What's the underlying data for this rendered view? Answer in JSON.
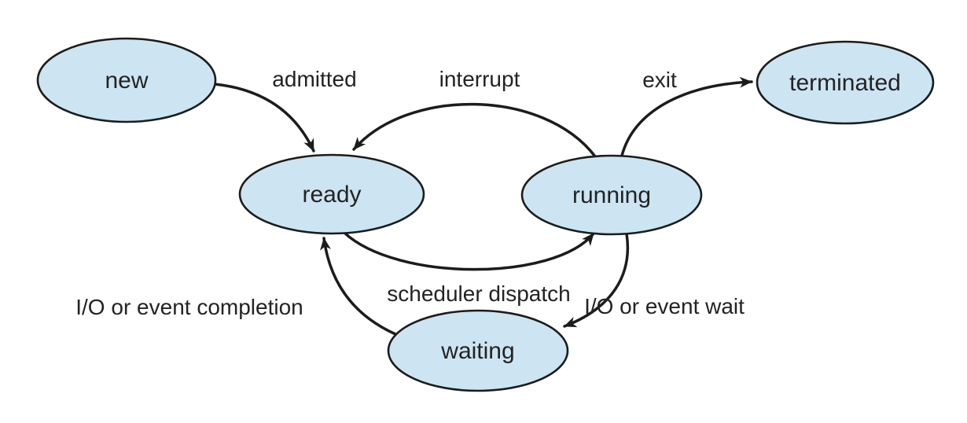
{
  "diagram": {
    "type": "state-diagram",
    "subject": "process states",
    "colors": {
      "node_fill": "#cde5f2",
      "node_stroke": "#1c1c1c",
      "arrow": "#1c1c1c",
      "text": "#232323",
      "background": "#ffffff"
    },
    "nodes": [
      {
        "id": "new",
        "label": "new"
      },
      {
        "id": "ready",
        "label": "ready"
      },
      {
        "id": "running",
        "label": "running"
      },
      {
        "id": "terminated",
        "label": "terminated"
      },
      {
        "id": "waiting",
        "label": "waiting"
      }
    ],
    "transitions": [
      {
        "label": "admitted",
        "from": "new",
        "to": "ready"
      },
      {
        "label": "interrupt",
        "from": "running",
        "to": "ready"
      },
      {
        "label": "exit",
        "from": "running",
        "to": "terminated"
      },
      {
        "label": "scheduler dispatch",
        "from": "ready",
        "to": "running"
      },
      {
        "label": "I/O or event wait",
        "from": "running",
        "to": "waiting"
      },
      {
        "label": "I/O or event completion",
        "from": "waiting",
        "to": "ready"
      }
    ]
  }
}
